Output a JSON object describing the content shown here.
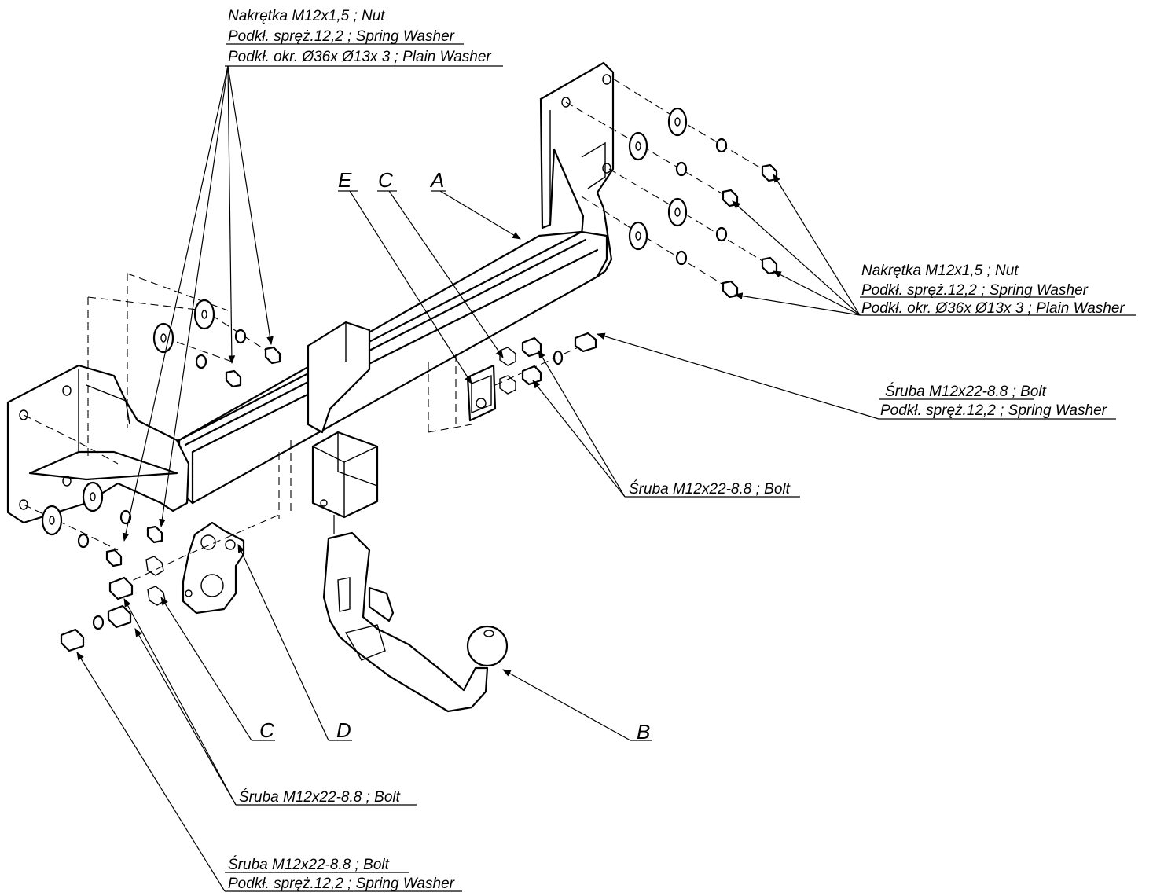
{
  "labels": {
    "top_left": {
      "line1": "Nakrętka  M12x1,5 ; Nut",
      "line2": "Podkł. spręż.12,2 ; Spring Washer",
      "line3": "Podkł. okr.  Ø36x Ø13x 3 ; Plain Washer"
    },
    "right": {
      "line1": "Nakrętka  M12x1,5 ; Nut",
      "line2": "Podkł. spręż.12,2 ; Spring Washer",
      "line3": "Podkł. okr.  Ø36x Ø13x 3 ; Plain Washer"
    },
    "right_bolt": {
      "line1": "Śruba M12x22-8.8 ;  Bolt",
      "line2": "Podkł. spręż.12,2 ; Spring Washer"
    },
    "center_bolt": {
      "line1": "Śruba M12x22-8.8 ;  Bolt"
    },
    "bottom_bolt": {
      "line1": "Śruba M12x22-8.8 ;  Bolt"
    },
    "bottom_left": {
      "line1": "Śruba M12x22-8.8 ;  Bolt",
      "line2": "Podkł. spręż.12,2 ; Spring Washer"
    }
  },
  "letters": {
    "E": "E",
    "C_top": "C",
    "A": "A",
    "C_bottom": "C",
    "D": "D",
    "B": "B"
  }
}
